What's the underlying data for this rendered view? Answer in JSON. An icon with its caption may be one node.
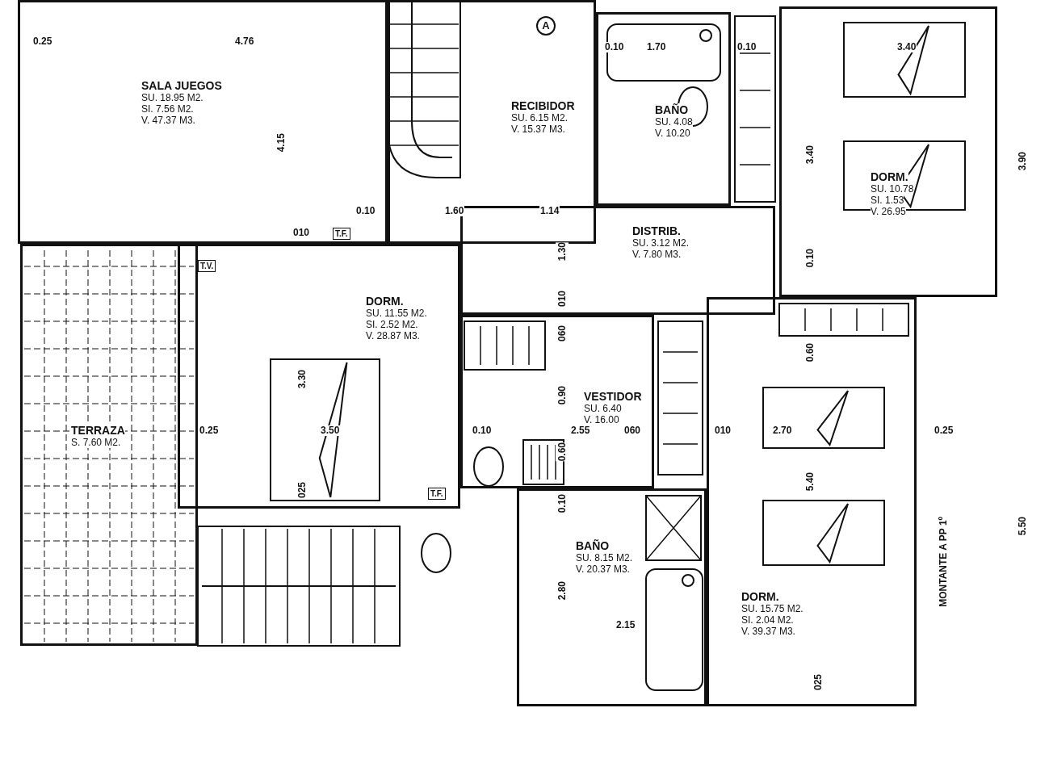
{
  "diagram": {
    "nodes": [
      {
        "text": [
          "SALA JUEGOS",
          "SU. 18.95 M2.",
          "SI. 7.56 M2.",
          "V. 47.37 M3."
        ]
      },
      {
        "text": [
          "RECIBIDOR",
          "SU. 6.15 M2.",
          "V. 15.37 M3."
        ]
      },
      {
        "text": [
          "BAÑO",
          "SU. 4.08",
          "V. 10.20"
        ]
      },
      {
        "text": [
          "DORM.",
          "SU. 10.78",
          "SI. 1.53",
          "V. 26.95"
        ]
      },
      {
        "text": [
          "DISTRIB.",
          "SU. 3.12 M2.",
          "V. 7.80 M3."
        ]
      },
      {
        "text": [
          "DORM.",
          "SU. 11.55 M2.",
          "SI. 2.52 M2.",
          "V. 28.87 M3."
        ]
      },
      {
        "text": [
          "TERRAZA",
          "S. 7.60 M2."
        ]
      },
      {
        "text": [
          "VESTIDOR",
          "SU. 6.40",
          "V. 16.00"
        ]
      },
      {
        "text": [
          "BAÑO",
          "SU. 8.15 M2.",
          "V. 20.37 M3."
        ]
      },
      {
        "text": [
          "DORM.",
          "SU. 15.75 M2.",
          "SI. 2.04 M2.",
          "V. 39.37 M3."
        ]
      }
    ],
    "labels": [
      "0.25",
      "4.76",
      "4.15",
      "0.10",
      "1.60",
      "A",
      "0.10",
      "1.70",
      "0.10",
      "3.40",
      "3.40",
      "3.90",
      "1.14",
      "010",
      "T.F.",
      "1.30",
      "T.V.",
      "010",
      "060",
      "0.10",
      "0.60",
      "0.90",
      "3.30",
      "0.25",
      "3.50",
      "0.10",
      "2.55",
      "060",
      "010",
      "2.70",
      "0.25",
      "0.60",
      "5.40",
      "025",
      "T.F.",
      "0.10",
      "MONTANTE A PP 1º",
      "5.50",
      "2.80",
      "2.15",
      "025"
    ]
  }
}
